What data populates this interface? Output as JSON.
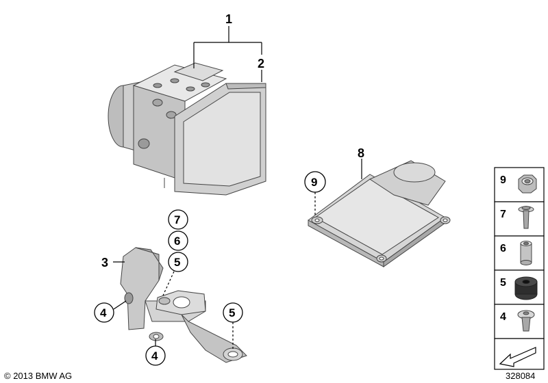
{
  "callouts": {
    "c1": "1",
    "c2": "2",
    "c3": "3",
    "c4a": "4",
    "c4b": "4",
    "c5a": "5",
    "c5b": "5",
    "c6": "6",
    "c7": "7",
    "c8": "8",
    "c9": "9"
  },
  "legend": {
    "items": [
      {
        "number": "9",
        "part": "hex-nut"
      },
      {
        "number": "7",
        "part": "screw-with-washer"
      },
      {
        "number": "6",
        "part": "spacer-sleeve"
      },
      {
        "number": "5",
        "part": "rubber-grommet"
      },
      {
        "number": "4",
        "part": "torx-screw"
      }
    ],
    "arrow": "diagram-arrow-icon"
  },
  "footer": {
    "copyright": "© 2013 BMW AG",
    "diagram_id": "328084"
  },
  "colors": {
    "part_light": "#e4e4e4",
    "part_mid": "#c8c8c8",
    "part_dark": "#8a8a8a",
    "outline": "#333333"
  }
}
